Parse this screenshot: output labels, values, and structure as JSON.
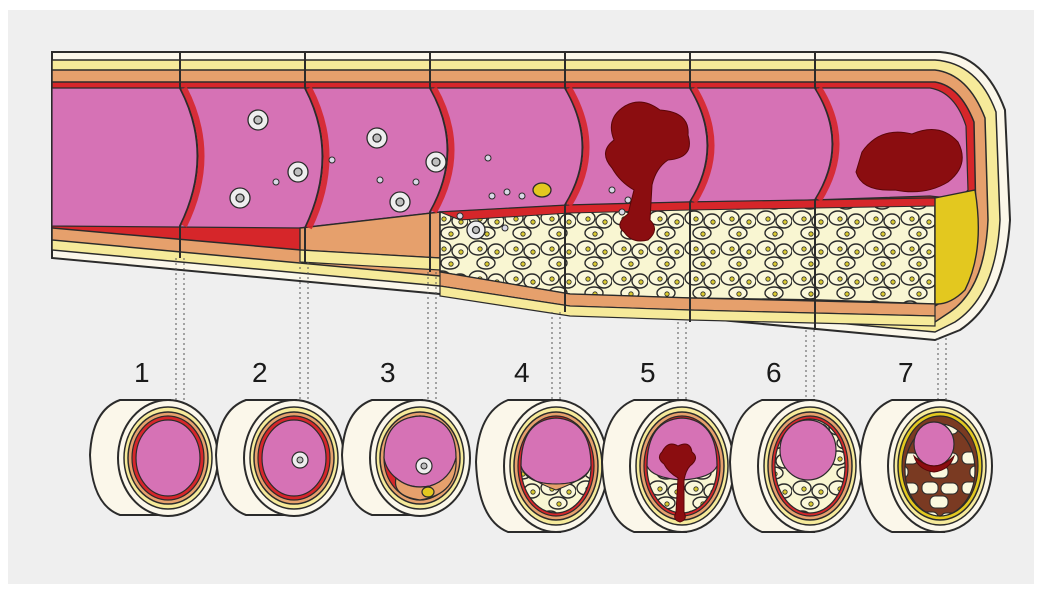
{
  "stages": [
    {
      "label": "1",
      "section": "normal",
      "plaque": "none",
      "thrombus": "none"
    },
    {
      "label": "2",
      "section": "cells",
      "plaque": "none",
      "thrombus": "none"
    },
    {
      "label": "3",
      "section": "fatty-streak",
      "plaque": "thin",
      "thrombus": "none"
    },
    {
      "label": "4",
      "section": "foam-cells",
      "plaque": "medium",
      "thrombus": "none"
    },
    {
      "label": "5",
      "section": "rupture",
      "plaque": "large",
      "thrombus": "branching"
    },
    {
      "label": "6",
      "section": "foam-cells",
      "plaque": "large",
      "thrombus": "none"
    },
    {
      "label": "7",
      "section": "calcified",
      "plaque": "large",
      "thrombus": "blob"
    }
  ],
  "colors": {
    "background": "#efefef",
    "lumen": "#d672b5",
    "intima": "#d6262a",
    "media": "#e6a06c",
    "adventitia": "#f6ea9a",
    "outer_white": "#fbf7ea",
    "plaque_fill": "#f7f4c6",
    "thrombus": "#8b0d10",
    "yellow": "#e3c81f",
    "outline": "#2b2b2b"
  }
}
